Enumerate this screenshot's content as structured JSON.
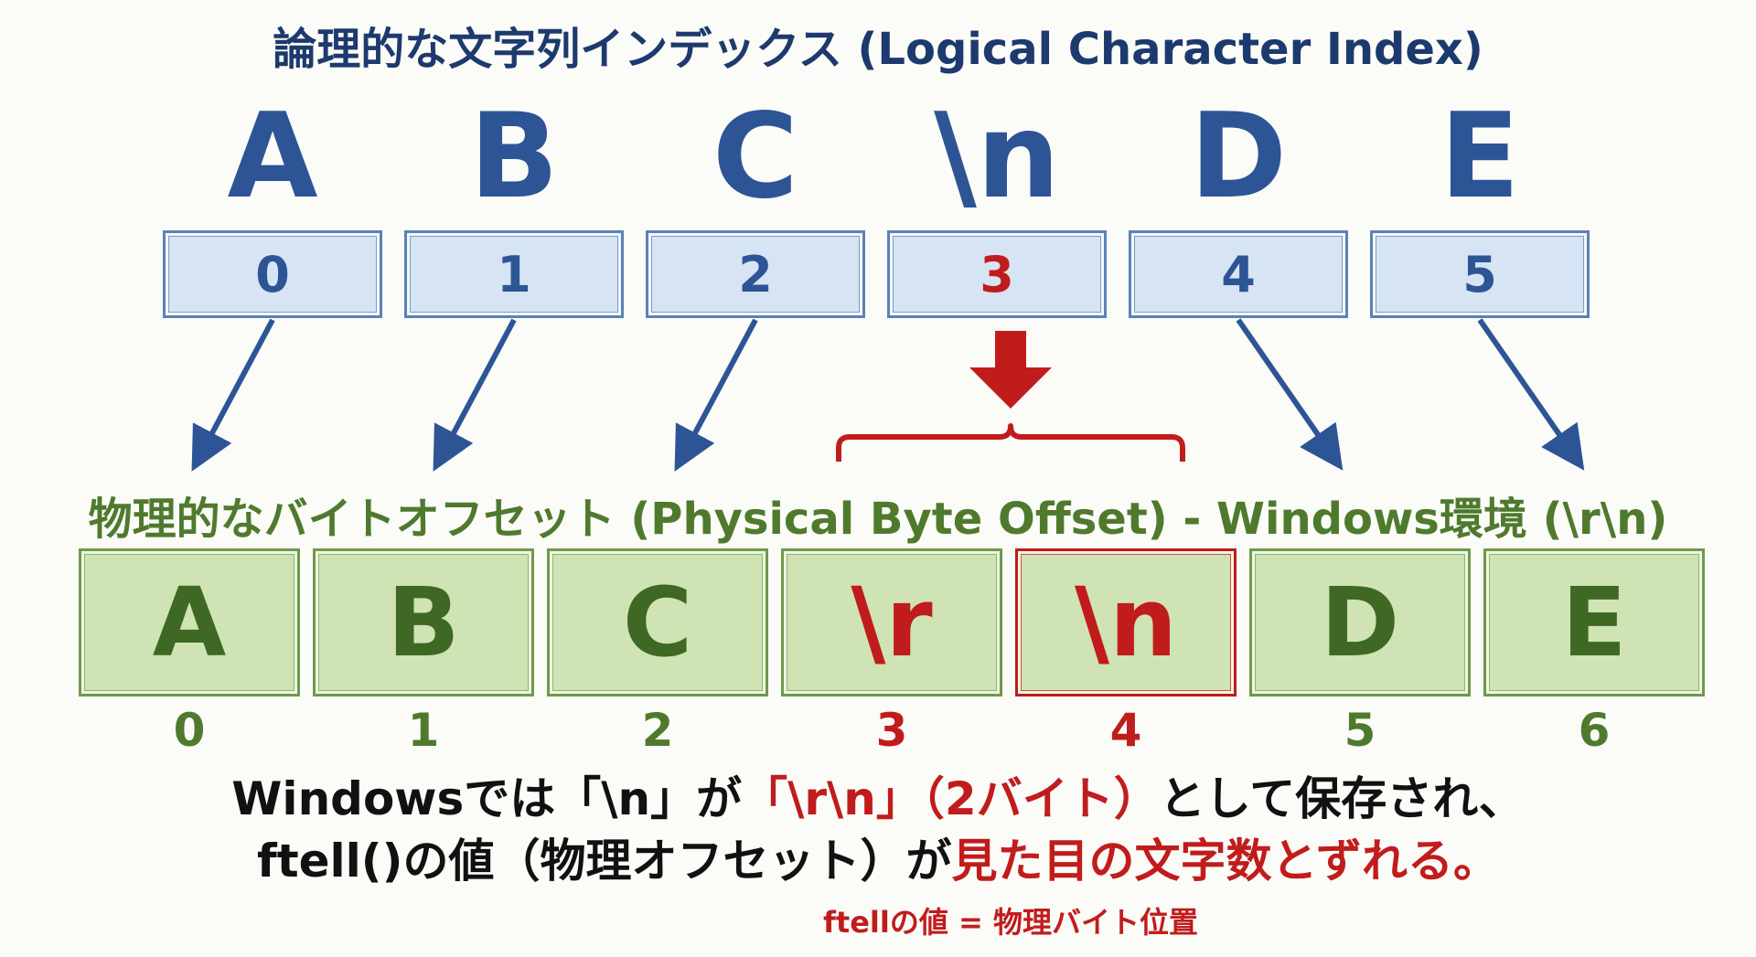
{
  "logical": {
    "title": "論理的な文字列インデックス (Logical Character Index)",
    "chars": [
      "A",
      "B",
      "C",
      "\\n",
      "D",
      "E"
    ],
    "indices": [
      "0",
      "1",
      "2",
      "3",
      "4",
      "5"
    ],
    "highlight_index": 3
  },
  "physical": {
    "title": "物理的なバイトオフセット (Physical Byte Offset) - Windows環境 (\\r\\n)",
    "bytes": [
      "A",
      "B",
      "C",
      "\\r",
      "\\n",
      "D",
      "E"
    ],
    "offsets": [
      "0",
      "1",
      "2",
      "3",
      "4",
      "5",
      "6"
    ],
    "highlight_offsets": [
      3,
      4
    ]
  },
  "explanation": {
    "line1_a": "Windowsでは「\\n」が",
    "line1_b": "「\\r\\n」（2バイト）",
    "line1_c": "として保存され、",
    "line2_a": "ftell()の値（物理オフセット）が",
    "line2_b": "見た目の文字数とずれる。"
  },
  "footnote": "ftellの値 = 物理バイト位置",
  "colors": {
    "logical_blue": "#2d5596",
    "physical_green": "#4f7a2e",
    "highlight_red": "#c11c1c"
  }
}
